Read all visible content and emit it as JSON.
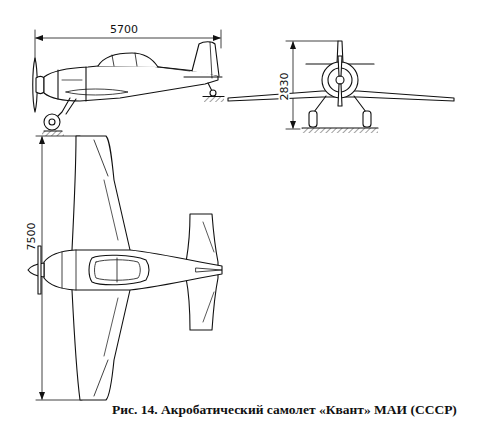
{
  "diagram": {
    "caption": "Рис. 14. Акробатический самолет «Квант» МАИ (СССР)",
    "labels": [
      "5700",
      "2830",
      "7500"
    ]
  }
}
